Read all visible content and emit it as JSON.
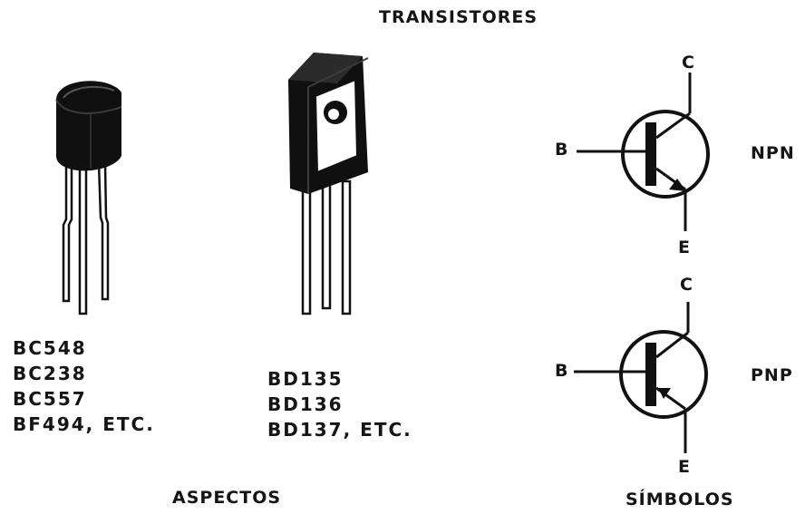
{
  "title": "TRANSISTORES",
  "sections": {
    "aspects": "ASPECTOS",
    "symbols": "SÍMBOLOS"
  },
  "small_package_parts": [
    "BC548",
    "BC238",
    "BC557",
    "BF494, ETC."
  ],
  "power_package_parts": [
    "BD135",
    "BD136",
    "BD137, ETC."
  ],
  "symbols": {
    "npn": {
      "type": "NPN",
      "base": "B",
      "collector": "C",
      "emitter": "E"
    },
    "pnp": {
      "type": "PNP",
      "base": "B",
      "collector": "C",
      "emitter": "E"
    }
  }
}
